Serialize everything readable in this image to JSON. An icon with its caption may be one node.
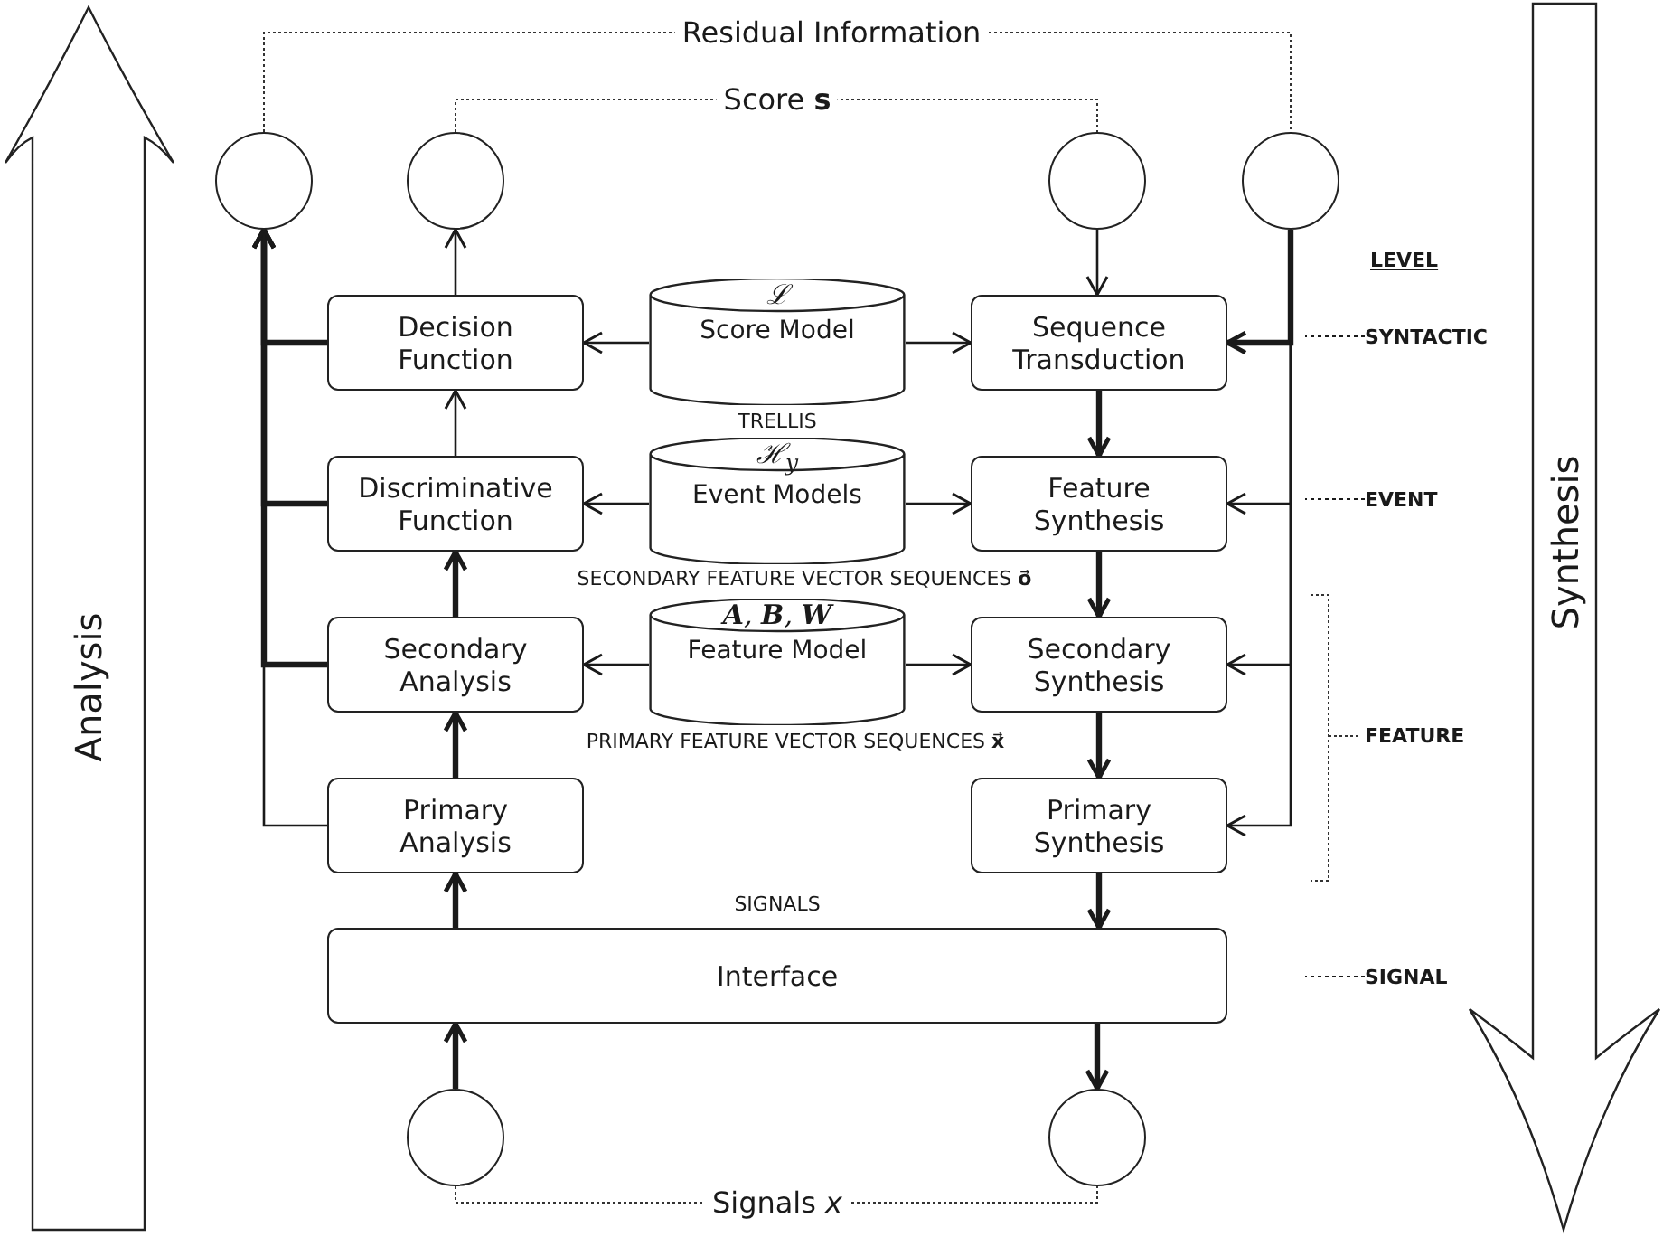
{
  "diagram": {
    "nodes": [
      {
        "text": [],
        "shape": "circle"
      },
      {
        "text": [],
        "shape": "circle"
      },
      {
        "text": [],
        "shape": "circle"
      },
      {
        "text": [],
        "shape": "circle"
      },
      {
        "text": [
          "Decision Function"
        ]
      },
      {
        "text": [
          "ℒ",
          "Score Model"
        ]
      },
      {
        "text": [
          "Sequence Transduction"
        ]
      },
      {
        "text": [
          "Discriminative Function"
        ]
      },
      {
        "text": [
          "ℋ$_{y}$",
          "Event Models"
        ]
      },
      {
        "text": [
          "Feature Synthesis"
        ]
      },
      {
        "text": [
          "Secondary Analysis"
        ]
      },
      {
        "text": [
          "**A**, **B**, **W**",
          "Feature Model"
        ]
      },
      {
        "text": [
          "Secondary Synthesis"
        ]
      },
      {
        "text": [
          "Primary Analysis"
        ]
      },
      {
        "text": [
          "Primary Synthesis"
        ]
      },
      {
        "text": [
          "Interface"
        ]
      },
      {
        "text": [],
        "shape": "circle"
      },
      {
        "text": [],
        "shape": "circle"
      },
      {
        "text": [
          "SYNTACTIC"
        ]
      },
      {
        "text": [
          "EVENT"
        ]
      },
      {
        "text": [
          "SIGNAL"
        ]
      }
    ],
    "edges": [
      {
        "from": 4,
        "to": 1,
        "arrow": "to"
      },
      {
        "from": 4,
        "to": 0,
        "arrow": "to",
        "style": "thick"
      },
      {
        "from": 7,
        "to": 0,
        "arrow": "to",
        "style": "thick"
      },
      {
        "from": 10,
        "to": 0,
        "arrow": "to",
        "style": "thick"
      },
      {
        "from": 13,
        "to": 0,
        "arrow": "to"
      },
      {
        "from": 5,
        "to": 4,
        "arrow": "to"
      },
      {
        "from": 5,
        "to": 6,
        "arrow": "to"
      },
      {
        "from": 7,
        "to": 4,
        "arrow": "to"
      },
      {
        "from": 8,
        "to": 7,
        "arrow": "to"
      },
      {
        "from": 8,
        "to": 9,
        "arrow": "to"
      },
      {
        "from": 10,
        "to": 7,
        "arrow": "to",
        "style": "thick"
      },
      {
        "from": 11,
        "to": 10,
        "arrow": "to"
      },
      {
        "from": 11,
        "to": 12,
        "arrow": "to"
      },
      {
        "from": 13,
        "to": 10,
        "arrow": "to",
        "style": "thick"
      },
      {
        "from": 15,
        "to": 13,
        "arrow": "to",
        "style": "thick"
      },
      {
        "from": 16,
        "to": 15,
        "arrow": "to",
        "style": "thick"
      },
      {
        "from": 2,
        "to": 6,
        "arrow": "to"
      },
      {
        "from": 3,
        "to": 6,
        "arrow": "to",
        "style": "thick"
      },
      {
        "from": 3,
        "to": 9,
        "arrow": "to"
      },
      {
        "from": 3,
        "to": 12,
        "arrow": "to"
      },
      {
        "from": 3,
        "to": 14,
        "arrow": "to"
      },
      {
        "from": 6,
        "to": 9,
        "arrow": "to",
        "style": "thick"
      },
      {
        "from": 9,
        "to": 12,
        "arrow": "to",
        "style": "thick"
      },
      {
        "from": 12,
        "to": 14,
        "arrow": "to",
        "style": "thick"
      },
      {
        "from": 14,
        "to": 15,
        "arrow": "to",
        "style": "thick"
      },
      {
        "from": 15,
        "to": 17,
        "arrow": "to",
        "style": "thick"
      },
      {
        "from": 18,
        "to": null,
        "arrow": "none",
        "style": "dashed"
      },
      {
        "from": 19,
        "to": null,
        "arrow": "none",
        "style": "dashed"
      },
      {
        "from": 20,
        "to": null,
        "arrow": "none",
        "style": "dashed"
      }
    ],
    "labels": [
      "Residual Information",
      "Score **s**",
      "LEVEL",
      "TRELLIS",
      "SECONDARY FEATURE VECTOR SEQUENCES **o⃗**",
      "PRIMARY FEATURE VECTOR SEQUENCES **x⃗**",
      "FEATURE",
      "SIGNALS",
      "Signals *x*",
      "Analysis",
      "Synthesis"
    ]
  }
}
